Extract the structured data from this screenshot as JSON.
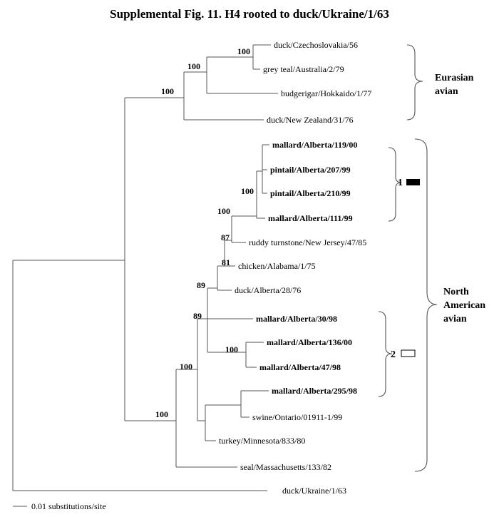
{
  "title": "Supplemental  Fig. 11.   H4 rooted to duck/Ukraine/1/63",
  "leaves": {
    "czech": "duck/Czechoslovakia/56",
    "greyteal": "grey teal/Australia/2/79",
    "budgie": "budgerigar/Hokkaido/1/77",
    "duckNZ": "duck/New Zealand/31/76",
    "mal119": "mallard/Alberta/119/00",
    "pin207": "pintail/Alberta/207/99",
    "pin210": "pintail/Alberta/210/99",
    "mal111": "mallard/Alberta/111/99",
    "ruddy": "ruddy turnstone/New Jersey/47/85",
    "chicken": "chicken/Alabama/1/75",
    "duckAB": "duck/Alberta/28/76",
    "mal30": "mallard/Alberta/30/98",
    "mal136": "mallard/Alberta/136/00",
    "mal47": "mallard/Alberta/47/98",
    "mal295": "mallard/Alberta/295/98",
    "swine": "swine/Ontario/01911-1/99",
    "turkey": "turkey/Minnesota/833/80",
    "seal": "seal/Massachusetts/133/82",
    "ukraine": "duck/Ukraine/1/63"
  },
  "bootstrap": {
    "b1": "100",
    "b2": "100",
    "b3": "100",
    "b4": "100",
    "b5": "100",
    "b6": "87",
    "b7": "81",
    "b8": "89",
    "b9": "89",
    "b10": "100",
    "b11": "100",
    "b12": "100"
  },
  "groups": {
    "eurasian_line1": "Eurasian",
    "eurasian_line2": "avian",
    "na_line1": "North",
    "na_line2": "American",
    "na_line3": "avian",
    "cluster1": "1",
    "cluster2": "2"
  },
  "scale_label": "0.01 substitutions/site",
  "colors": {
    "lines": "#555555",
    "text": "#000000",
    "filled_box": "#000000"
  }
}
